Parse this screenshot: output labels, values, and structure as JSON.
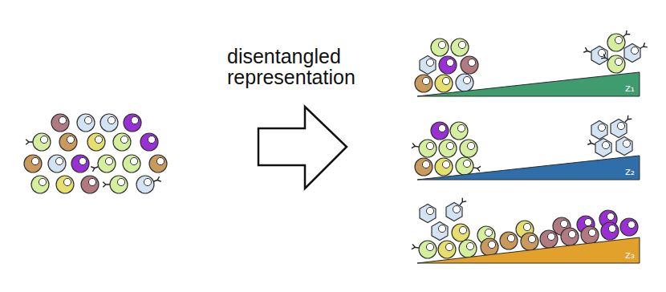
{
  "diagram": {
    "nodes": [
      {
        "text": [
          "z₁"
        ]
      },
      {
        "text": [
          "z₂"
        ]
      },
      {
        "text": [
          "z₃"
        ]
      }
    ],
    "labels": [
      "disentangled representation"
    ]
  }
}
